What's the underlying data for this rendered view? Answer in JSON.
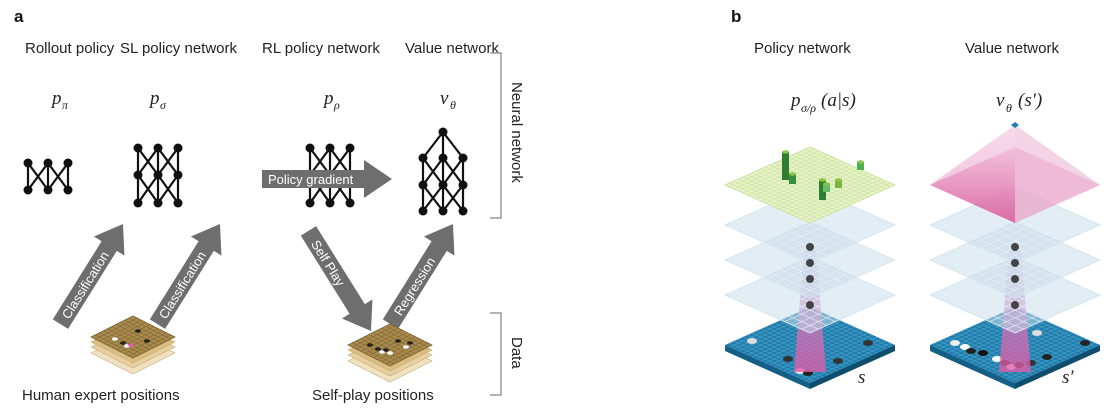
{
  "panel_a": {
    "label": "a",
    "columns": [
      {
        "title": "Rollout policy",
        "symbol": "p",
        "subscript": "π"
      },
      {
        "title": "SL policy network",
        "symbol": "p",
        "subscript": "σ"
      },
      {
        "title": "RL policy network",
        "symbol": "p",
        "subscript": "ρ"
      },
      {
        "title": "Value network",
        "symbol": "v",
        "subscript": "θ"
      }
    ],
    "arrows": {
      "policy_gradient": "Policy gradient",
      "classification_left": "Classification",
      "classification_right": "Classification",
      "self_play": "Self Play",
      "regression": "Regression"
    },
    "datasets": {
      "human": "Human expert positions",
      "self_play": "Self-play positions"
    },
    "brackets": {
      "neural": "Neural network",
      "data": "Data"
    }
  },
  "panel_b": {
    "label": "b",
    "policy": {
      "title": "Policy network",
      "formula_main": "p",
      "formula_sub": "σ/ρ",
      "formula_args": "(a|s)",
      "input_label": "s"
    },
    "value": {
      "title": "Value network",
      "formula_main": "v",
      "formula_sub": "θ",
      "formula_args": "(s′)",
      "input_label": "s′"
    }
  },
  "colors": {
    "arrow": "#6e6e6e",
    "board_blue": "#1f7fae",
    "policy_green": "#e4f2c4",
    "value_pink": "#d9559a",
    "hidden_layer": "#c9dcea",
    "go_board": "#a88a4c"
  }
}
